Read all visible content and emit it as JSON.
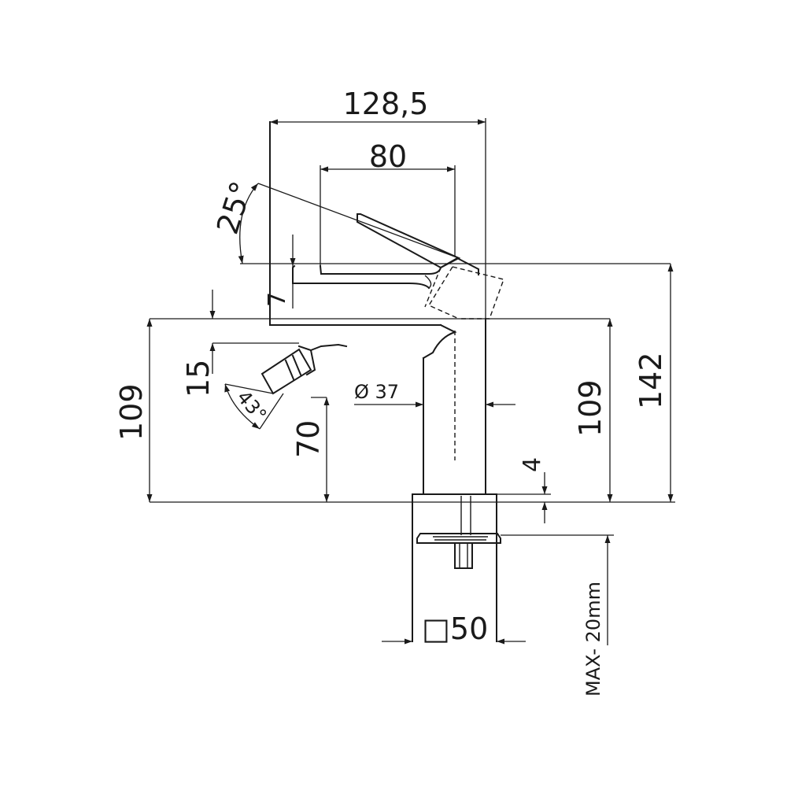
{
  "dimensions": {
    "total_width": "128,5",
    "handle_width": "80",
    "lever_angle": "25°",
    "lever_height": "7",
    "spout_offset": "15",
    "spout_angle": "43°",
    "height_left": "109",
    "spout_height": "70",
    "body_diameter": "Ø 37",
    "height_right": "109",
    "total_height": "142",
    "base_thickness": "4",
    "base_size": "□50",
    "max_thickness": "MAX- 20mm"
  },
  "colors": {
    "line": "#1a1a1a",
    "background": "#ffffff"
  }
}
